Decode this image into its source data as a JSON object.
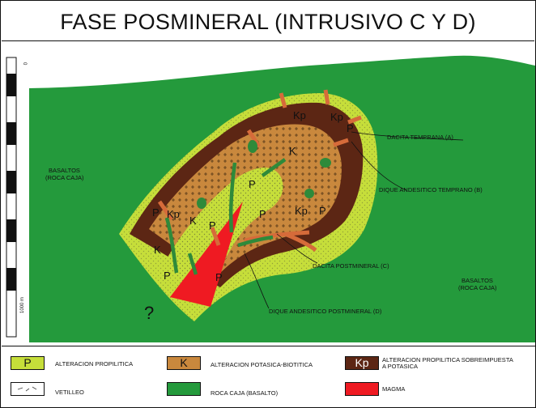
{
  "title": "FASE POSMINERAL (INTRUSIVO C Y D)",
  "scale_bar": {
    "top_label": "0",
    "bottom_label": "1000 m"
  },
  "colors": {
    "basalt": "#249a3c",
    "propylitic": "#c6de3a",
    "potassic": "#c9883d",
    "overprint": "#5c2614",
    "magma": "#ef1a22",
    "dike": "#d66b3a",
    "dike_green": "#2e8a3a"
  },
  "map_labels": {
    "basaltos_left": [
      "BASALTOS",
      "(ROCA CAJA)"
    ],
    "basaltos_right": [
      "BASALTOS",
      "(ROCA CAJA)"
    ],
    "dacita_temprana": "DACITA TEMPRANA (A)",
    "dique_temprano": "DIQUE ANDESITICO TEMPRANO (B)",
    "dacita_postmineral": "DACITA POSTMINERAL (C)",
    "dique_postmineral": "DIQUE  ANDESITICO POSTMINERAL (D)",
    "question": "?",
    "P": "P",
    "K": "K",
    "Kp": "Kp"
  },
  "legend": {
    "propilitica": {
      "symbol": "P",
      "label": "ALTERACION PROPILITICA"
    },
    "potasica": {
      "symbol": "K",
      "label": "ALTERACION POTASICA-BIOTITICA"
    },
    "sobreimpuesta": {
      "symbol": "Kp",
      "label_lines": [
        "ALTERACION PROPILITICA SOBREIMPUESTA",
        "A POTASICA"
      ]
    },
    "vetilleo": {
      "label": "VETILLEO"
    },
    "roca_caja": {
      "label": "ROCA CAJA (BASALTO)"
    },
    "magma": {
      "label": "MAGMA"
    }
  }
}
